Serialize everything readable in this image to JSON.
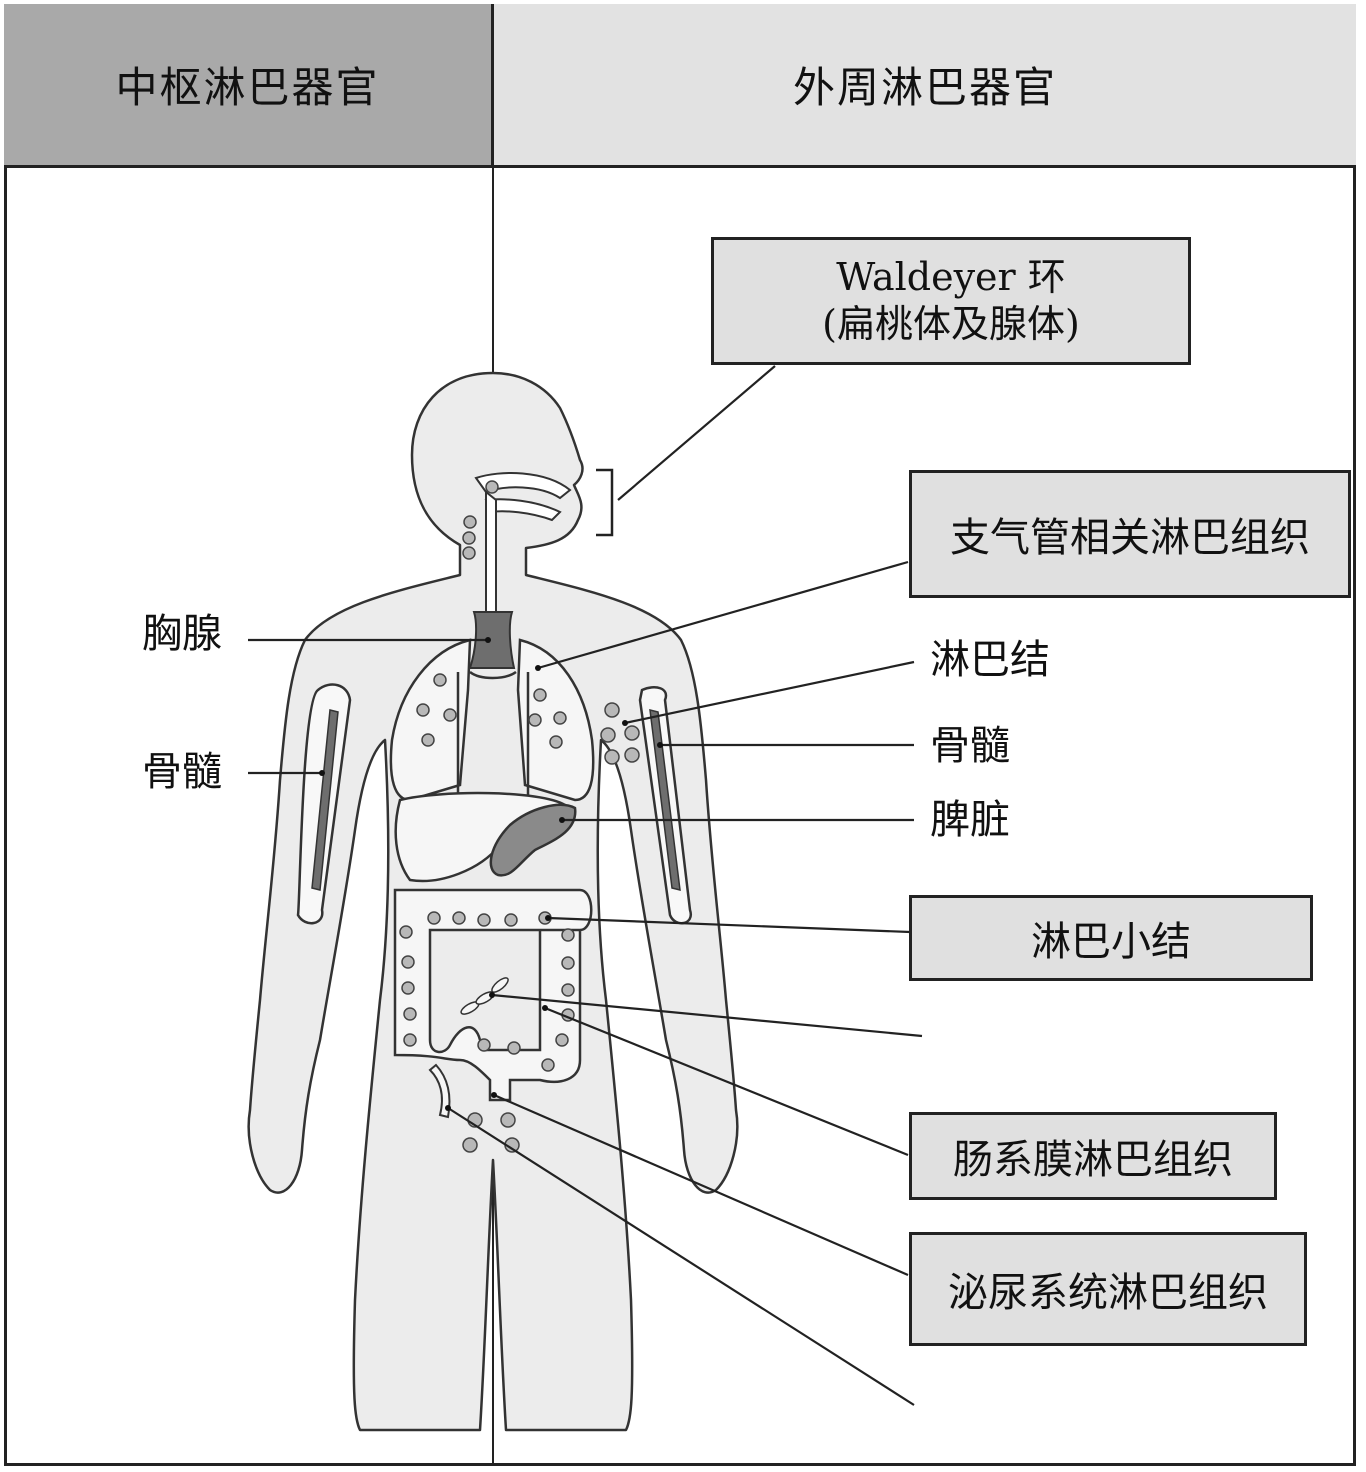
{
  "header": {
    "central": "中枢淋巴器官",
    "peripheral": "外周淋巴器官"
  },
  "left_labels": {
    "thymus": "胸腺",
    "bone_marrow": "骨髓"
  },
  "right_labels": {
    "waldeyer_line1": "Waldeyer 环",
    "waldeyer_line2": "(扁桃体及腺体)",
    "balt": "支气管相关淋巴组织",
    "lymph_node": "淋巴结",
    "bone_marrow": "骨髓",
    "spleen": "脾脏",
    "lymph_nodules": "淋巴小结",
    "malt_mesentery": "肠系膜淋巴组织",
    "urinary": "泌尿系统淋巴组织"
  },
  "colors": {
    "central_header": "#a9a9a9",
    "peripheral_header": "#e2e2e2",
    "label_box": "#e0e0e0",
    "body_fill": "#ececec",
    "organ_dark": "#6e6e6e",
    "node_dot": "#b8b8b8"
  }
}
